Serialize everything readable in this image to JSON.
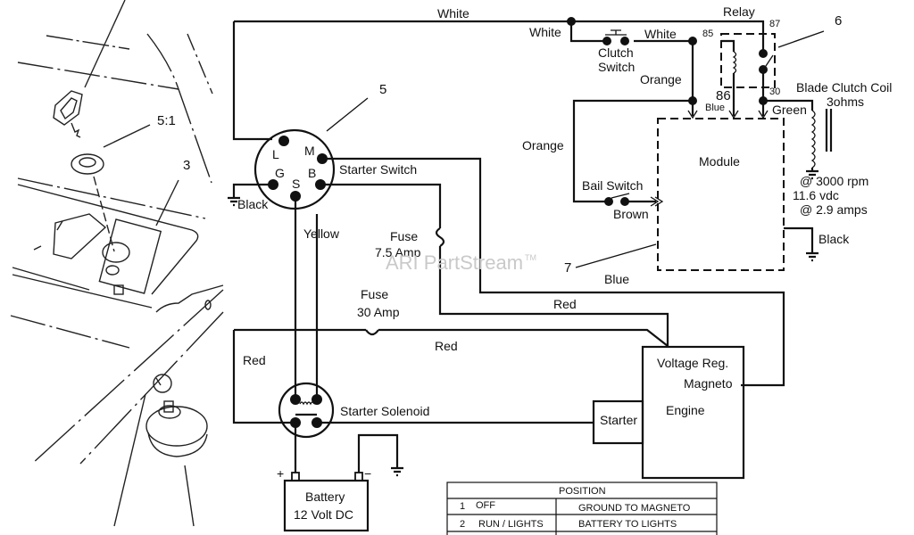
{
  "diagram": {
    "title": "Ignition / Blade Clutch Wiring Diagram",
    "watermark": "ARI PartStream",
    "watermark_tm": "TM",
    "callouts": {
      "c3": "3",
      "c5": "5",
      "c5_1": "5:1",
      "c6": "6",
      "c7": "7"
    },
    "wires": {
      "white_top": "White",
      "white_left": "White",
      "white_mid": "White",
      "orange_top": "Orange",
      "orange_left": "Orange",
      "blue_86": "Blue",
      "green": "Green",
      "brown": "Brown",
      "black_switch": "Black",
      "black_module": "Black",
      "yellow": "Yellow",
      "blue_bottom": "Blue",
      "red_upper": "Red",
      "red_lower": "Red",
      "red_left": "Red"
    },
    "components": {
      "relay": "Relay",
      "relay_85": "85",
      "relay_86": "86",
      "relay_87": "87",
      "relay_30": "30",
      "clutch_switch_1": "Clutch",
      "clutch_switch_2": "Switch",
      "blade_clutch_coil_1": "Blade Clutch Coil",
      "blade_clutch_coil_2": "3ohms",
      "coil_spec_1": "@ 3000 rpm",
      "coil_spec_2": "11.6 vdc",
      "coil_spec_3": "@ 2.9 amps",
      "module": "Module",
      "bail_switch": "Bail Switch",
      "starter_switch": "Starter Switch",
      "switch_terminals": {
        "L": "L",
        "M": "M",
        "G": "G",
        "B": "B",
        "S": "S"
      },
      "fuse_small_1": "Fuse",
      "fuse_small_2": "7.5 Amp",
      "fuse_large_1": "Fuse",
      "fuse_large_2": "30 Amp",
      "starter_solenoid": "Starter  Solenoid",
      "battery_1": "Battery",
      "battery_2": "12 Volt DC",
      "battery_plus": "+",
      "battery_minus": "−",
      "voltage_reg": "Voltage  Reg.",
      "magneto": "Magneto",
      "engine": "Engine",
      "starter": "Starter"
    },
    "position_table": {
      "header": "POSITION",
      "rows": [
        {
          "num": "1",
          "name": "OFF",
          "action": "GROUND TO MAGNETO"
        },
        {
          "num": "2",
          "name": "RUN / LIGHTS",
          "action": "BATTERY TO LIGHTS"
        }
      ]
    }
  }
}
